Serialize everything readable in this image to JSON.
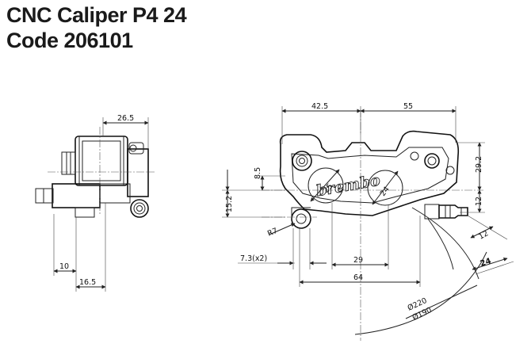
{
  "title": {
    "line1": "CNC Caliper P4 24",
    "line2": "Code 206101"
  },
  "logo_text": "brembo",
  "dimensions": {
    "side_width": "26.5",
    "side_offset": "10",
    "side_depth": "16.5",
    "top_left": "42.5",
    "top_right": "55",
    "height_a": "8.5",
    "height_b": "15.2",
    "right_height": "29.2",
    "right_small": "12",
    "diag_a": "25",
    "diag_b": "24",
    "radius": "R7",
    "holes": "7.3(x2)",
    "bottom_a": "29",
    "bottom_b": "64",
    "fitting_a": "12",
    "fitting_b": "24",
    "disc_a": "Ø220",
    "disc_b": "Ø190"
  }
}
